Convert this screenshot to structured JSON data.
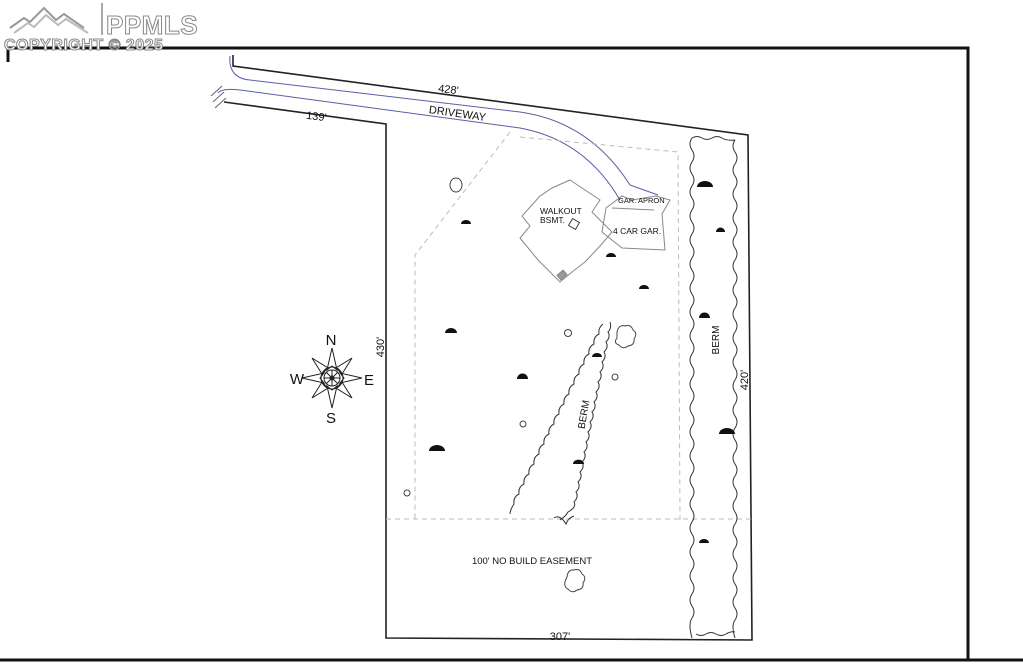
{
  "watermark": {
    "brand": "PPMLS",
    "copyright": "COPYRIGHT © 2025"
  },
  "site_plan": {
    "labels": {
      "driveway": "DRIVEWAY",
      "walkout_line1": "WALKOUT",
      "walkout_line2": "BSMT.",
      "garage_apron": "GAR. APRON",
      "garage": "4 CAR GAR.",
      "berm_center": "BERM",
      "berm_east": "BERM",
      "easement": "100' NO BUILD EASEMENT"
    },
    "dimensions": {
      "north_long": "428'",
      "north_short": "139'",
      "west": "430'",
      "east": "420'",
      "south": "307'"
    },
    "compass": {
      "north": "N",
      "south": "S",
      "east": "E",
      "west": "W"
    },
    "colors": {
      "property_line": "#222222",
      "driveway_line": "#5a5fa8",
      "building_line": "#888888",
      "setback_dashed": "#bbbbbb",
      "frame": "#111111"
    }
  }
}
